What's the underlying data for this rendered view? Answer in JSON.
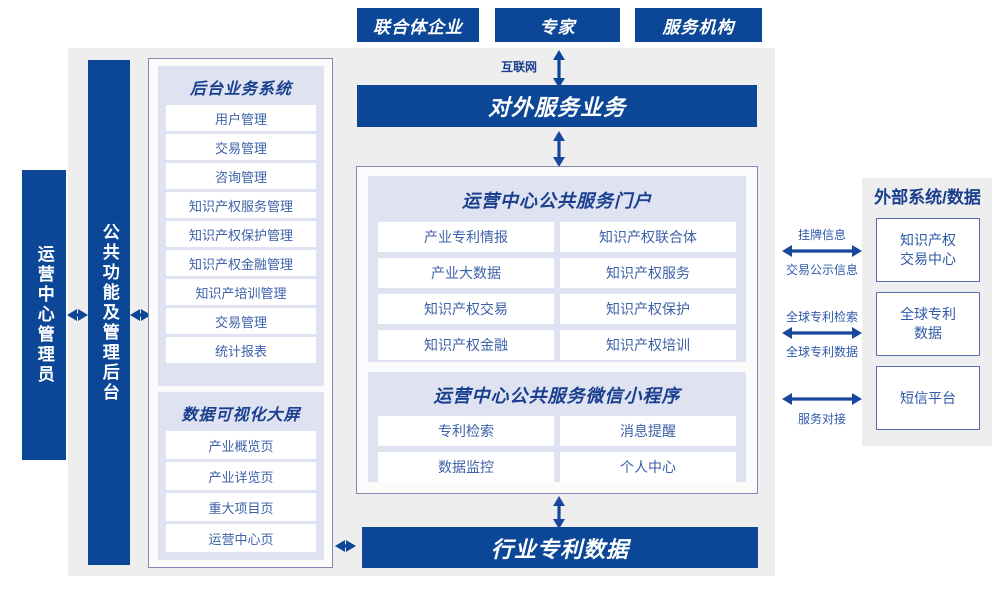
{
  "colors": {
    "brand_blue": "#0b4697",
    "panel_grey": "#eeeeee",
    "group_lavender": "#dfe3f1",
    "card_text": "#3d62a8",
    "border_blue": "#5a6bb0"
  },
  "top_actors": [
    {
      "label": "联合体企业"
    },
    {
      "label": "专家"
    },
    {
      "label": "服务机构"
    }
  ],
  "internet_label": "互联网",
  "external_service_bar": "对外服务业务",
  "industry_data_bar": "行业专利数据",
  "left_columns": [
    {
      "label": "运营中心管理员"
    },
    {
      "label": "公共功能及管理后台"
    }
  ],
  "backend": {
    "title": "后台业务系统",
    "items": [
      "用户管理",
      "交易管理",
      "咨询管理",
      "知识产权服务管理",
      "知识产权保护管理",
      "知识产权金融管理",
      "知识产培训管理",
      "交易管理",
      "统计报表"
    ]
  },
  "dashboard": {
    "title": "数据可视化大屏",
    "items": [
      "产业概览页",
      "产业详览页",
      "重大项目页",
      "运营中心页"
    ]
  },
  "portal": {
    "title": "运营中心公共服务门户",
    "items": [
      "产业专利情报",
      "知识产权联合体",
      "产业大数据",
      "知识产权服务",
      "知识产权交易",
      "知识产权保护",
      "知识产权金融",
      "知识产权培训"
    ]
  },
  "miniprogram": {
    "title": "运营中心公共服务微信小程序",
    "items": [
      "专利检索",
      "消息提醒",
      "数据监控",
      "个人中心"
    ]
  },
  "external": {
    "title": "外部系统/数据",
    "items": [
      {
        "label": "知识产权\n交易中心",
        "line1": "知识产权",
        "line2": "交易中心"
      },
      {
        "label": "全球专利\n数据",
        "line1": "全球专利",
        "line2": "数据"
      },
      {
        "label": "短信平台",
        "line1": "短信平台",
        "line2": ""
      }
    ],
    "connectors": [
      {
        "above": "挂牌信息",
        "below": "交易公示信息"
      },
      {
        "above": "全球专利检索",
        "below": "全球专利数据"
      },
      {
        "above": "",
        "below": "服务对接"
      }
    ]
  }
}
